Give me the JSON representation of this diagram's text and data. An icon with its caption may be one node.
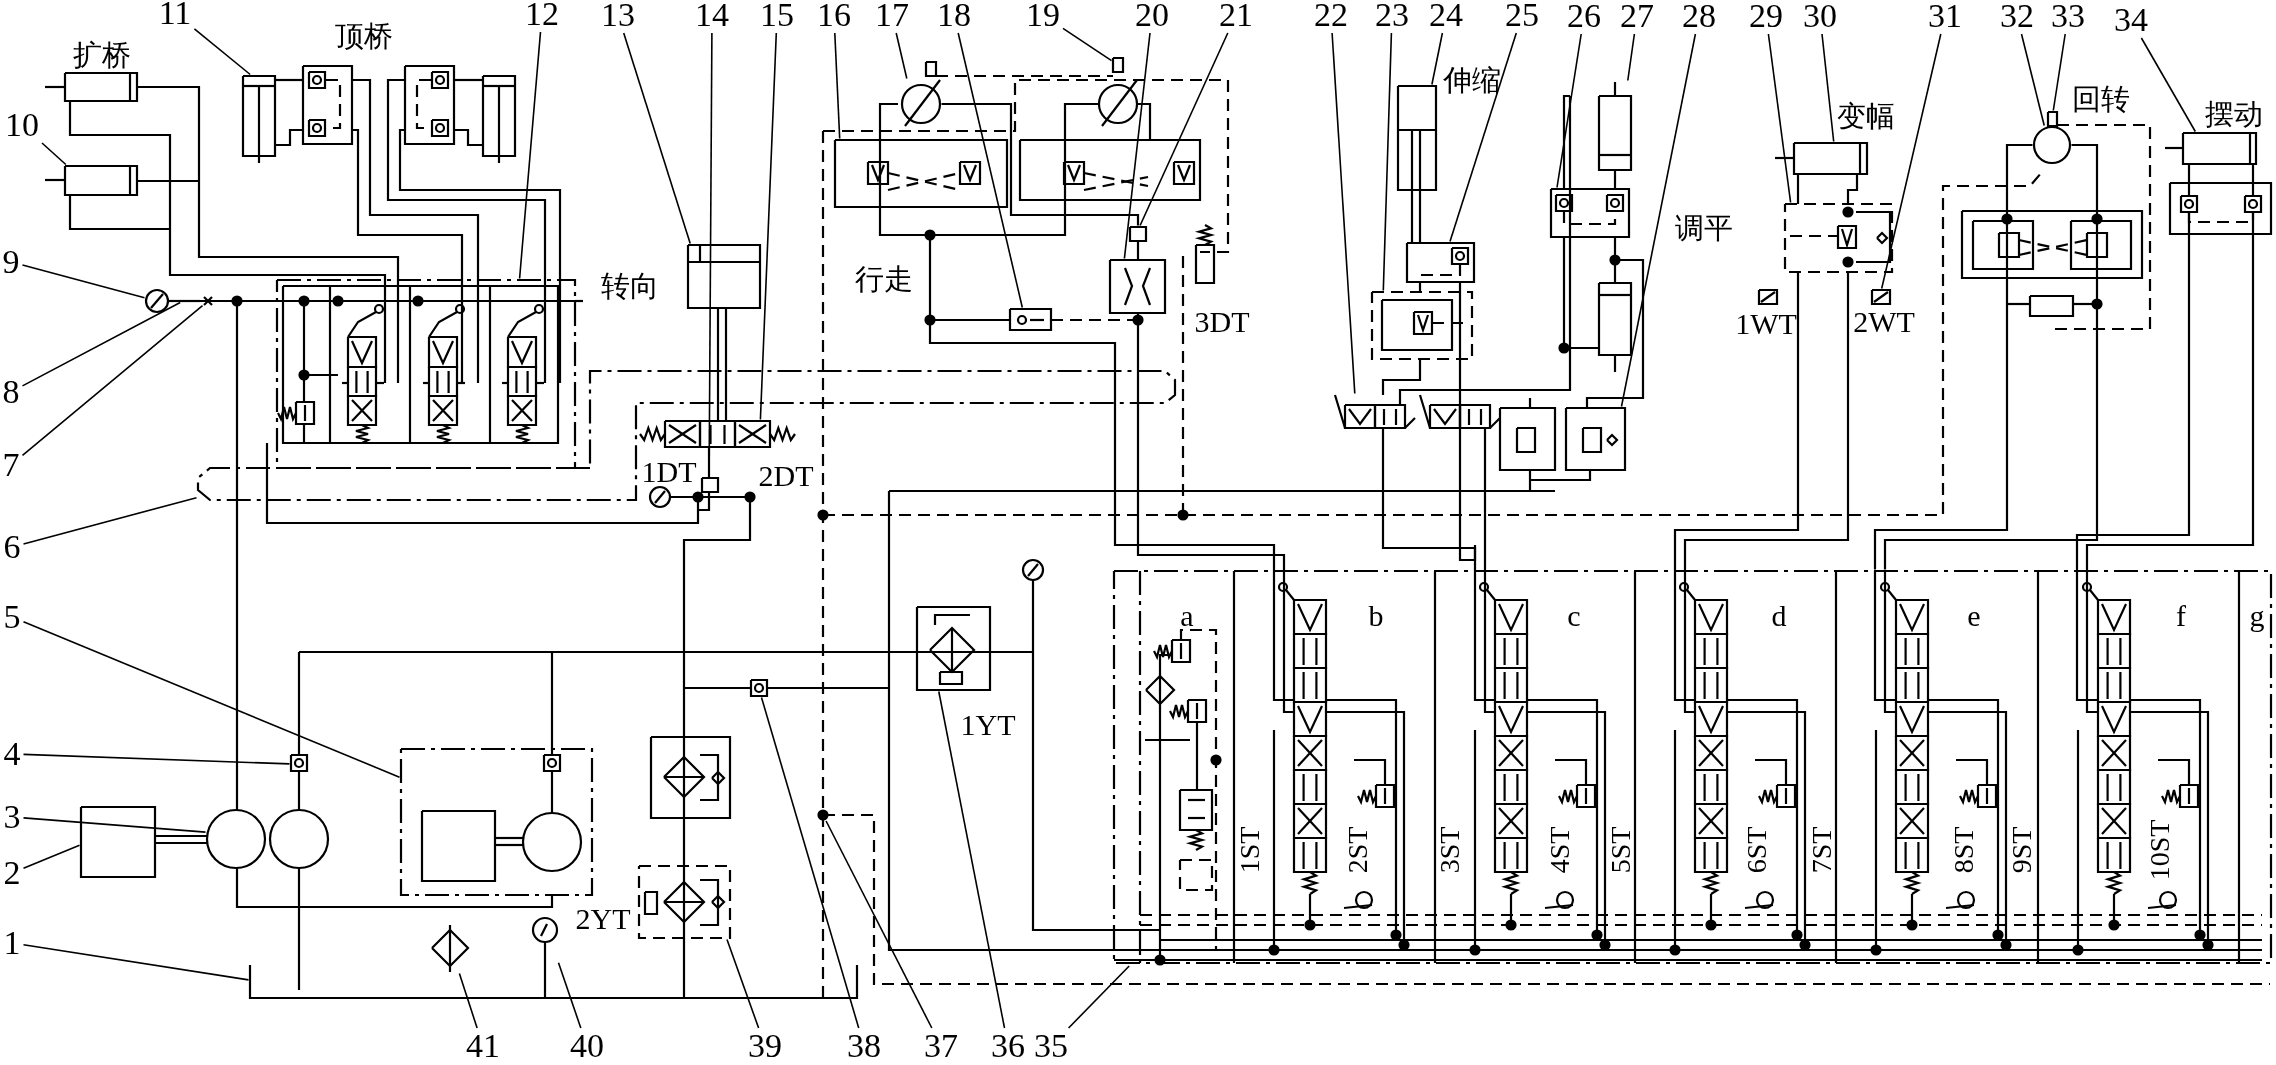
{
  "diagram": {
    "nodes": [
      {
        "text": [
          "1"
        ]
      },
      {
        "text": [
          "2"
        ]
      },
      {
        "text": [
          "3"
        ]
      },
      {
        "text": [
          "4"
        ]
      },
      {
        "text": [
          "5"
        ]
      },
      {
        "text": [
          "6"
        ]
      },
      {
        "text": [
          "7"
        ]
      },
      {
        "text": [
          "8"
        ]
      },
      {
        "text": [
          "9"
        ]
      },
      {
        "text": [
          "10"
        ]
      },
      {
        "text": [
          "11"
        ]
      },
      {
        "text": [
          "12"
        ]
      },
      {
        "text": [
          "13"
        ]
      },
      {
        "text": [
          "14"
        ]
      },
      {
        "text": [
          "15"
        ]
      },
      {
        "text": [
          "16"
        ]
      },
      {
        "text": [
          "17"
        ]
      },
      {
        "text": [
          "18"
        ]
      },
      {
        "text": [
          "19"
        ]
      },
      {
        "text": [
          "20"
        ]
      },
      {
        "text": [
          "21"
        ]
      },
      {
        "text": [
          "22"
        ]
      },
      {
        "text": [
          "23"
        ]
      },
      {
        "text": [
          "24"
        ]
      },
      {
        "text": [
          "25"
        ]
      },
      {
        "text": [
          "26"
        ]
      },
      {
        "text": [
          "27"
        ]
      },
      {
        "text": [
          "28"
        ]
      },
      {
        "text": [
          "29"
        ]
      },
      {
        "text": [
          "30"
        ]
      },
      {
        "text": [
          "31"
        ]
      },
      {
        "text": [
          "32"
        ]
      },
      {
        "text": [
          "33"
        ]
      },
      {
        "text": [
          "34"
        ]
      },
      {
        "text": [
          "35"
        ]
      },
      {
        "text": [
          "36"
        ]
      },
      {
        "text": [
          "37"
        ]
      },
      {
        "text": [
          "38"
        ]
      },
      {
        "text": [
          "39"
        ]
      },
      {
        "text": [
          "40"
        ]
      },
      {
        "text": [
          "41"
        ]
      },
      {
        "text": [],
        "shape": "picture"
      },
      {
        "text": [],
        "shape": "picture"
      },
      {
        "text": [],
        "shape": "circle"
      },
      {
        "text": [],
        "shape": "picture"
      },
      {
        "text": [],
        "shape": "picture"
      },
      {
        "text": [],
        "shape": "picture"
      },
      {
        "text": [],
        "shape": "picture"
      },
      {
        "text": [],
        "shape": "picture"
      },
      {
        "text": [],
        "shape": "picture"
      },
      {
        "text": [],
        "shape": "picture"
      },
      {
        "text": [],
        "shape": "picture"
      },
      {
        "text": [],
        "shape": "picture"
      },
      {
        "text": [],
        "shape": "picture"
      },
      {
        "text": [],
        "shape": "box"
      },
      {
        "text": [],
        "shape": "picture"
      },
      {
        "text": [],
        "shape": "picture"
      },
      {
        "text": [],
        "shape": "circle"
      },
      {
        "text": [],
        "shape": "picture"
      },
      {
        "text": [],
        "shape": "box"
      },
      {
        "text": [],
        "shape": "picture"
      },
      {
        "text": [],
        "shape": "box"
      },
      {
        "text": [],
        "shape": "picture"
      },
      {
        "text": [],
        "shape": "picture"
      },
      {
        "text": [],
        "shape": "picture"
      },
      {
        "text": [],
        "shape": "picture"
      },
      {
        "text": [],
        "shape": "picture"
      },
      {
        "text": [],
        "shape": "picture"
      },
      {
        "text": [],
        "shape": "picture"
      },
      {
        "text": [],
        "shape": "picture"
      },
      {
        "text": [],
        "shape": "picture"
      },
      {
        "text": [],
        "shape": "picture"
      },
      {
        "text": [],
        "shape": "circle"
      },
      {
        "text": [],
        "shape": "box"
      },
      {
        "text": [],
        "shape": "picture"
      },
      {
        "text": [],
        "shape": "picture"
      },
      {
        "text": [],
        "shape": "picture"
      },
      {
        "text": [],
        "shape": "circle"
      },
      {
        "text": [],
        "shape": "picture"
      },
      {
        "text": [],
        "shape": "picture"
      },
      {
        "text": [],
        "shape": "picture"
      },
      {
        "text": [],
        "shape": "picture"
      }
    ],
    "edges": [
      {
        "from": 0,
        "to": 41,
        "arrow": "none"
      },
      {
        "from": 1,
        "to": 42,
        "arrow": "none"
      },
      {
        "from": 2,
        "to": 43,
        "arrow": "none"
      },
      {
        "from": 3,
        "to": 44,
        "arrow": "none"
      },
      {
        "from": 4,
        "to": 45,
        "arrow": "none"
      },
      {
        "from": 5,
        "to": 46,
        "arrow": "none"
      },
      {
        "from": 6,
        "to": 47,
        "arrow": "none"
      },
      {
        "from": 7,
        "to": 48,
        "arrow": "none"
      },
      {
        "from": 8,
        "to": 49,
        "arrow": "none"
      },
      {
        "from": 9,
        "to": 50,
        "arrow": "none"
      },
      {
        "from": 10,
        "to": 51,
        "arrow": "none"
      },
      {
        "from": 11,
        "to": 52,
        "arrow": "none"
      },
      {
        "from": 12,
        "to": 53,
        "arrow": "none"
      },
      {
        "from": 13,
        "to": 54,
        "arrow": "none"
      },
      {
        "from": 14,
        "to": 55,
        "arrow": "none"
      },
      {
        "from": 15,
        "to": 56,
        "arrow": "none"
      },
      {
        "from": 16,
        "to": 57,
        "arrow": "none"
      },
      {
        "from": 17,
        "to": 58,
        "arrow": "none"
      },
      {
        "from": 18,
        "to": 59,
        "arrow": "none"
      },
      {
        "from": 19,
        "to": 60,
        "arrow": "none"
      },
      {
        "from": 20,
        "to": 61,
        "arrow": "none"
      },
      {
        "from": 21,
        "to": 62,
        "arrow": "none"
      },
      {
        "from": 22,
        "to": 63,
        "arrow": "none"
      },
      {
        "from": 23,
        "to": 64,
        "arrow": "none"
      },
      {
        "from": 24,
        "to": 65,
        "arrow": "none"
      },
      {
        "from": 25,
        "to": 66,
        "arrow": "none"
      },
      {
        "from": 26,
        "to": 67,
        "arrow": "none"
      },
      {
        "from": 27,
        "to": 68,
        "arrow": "none"
      },
      {
        "from": 28,
        "to": 69,
        "arrow": "none"
      },
      {
        "from": 29,
        "to": 70,
        "arrow": "none"
      },
      {
        "from": 30,
        "to": 71,
        "arrow": "none"
      },
      {
        "from": 31,
        "to": 72,
        "arrow": "none"
      },
      {
        "from": 32,
        "to": 73,
        "arrow": "none"
      },
      {
        "from": 33,
        "to": 74,
        "arrow": "none"
      },
      {
        "from": 34,
        "to": 75,
        "arrow": "none"
      },
      {
        "from": 35,
        "to": 76,
        "arrow": "none"
      },
      {
        "from": 36,
        "to": 77,
        "arrow": "none"
      },
      {
        "from": 37,
        "to": 78,
        "arrow": "none"
      },
      {
        "from": 38,
        "to": 79,
        "arrow": "none"
      },
      {
        "from": 39,
        "to": 80,
        "arrow": "none"
      },
      {
        "from": 40,
        "to": 81,
        "arrow": "none"
      },
      {
        "from": 72,
        "to": 75,
        "arrow": "none"
      },
      {
        "from": 72,
        "to": 75,
        "arrow": "none"
      },
      {
        "from": 57,
        "to": 61,
        "arrow": "none"
      }
    ],
    "labels": [
      "扩桥",
      "顶桥",
      "伸缩",
      "变幅",
      "回转",
      "摆动",
      "调平",
      "转向",
      "行走",
      "3DT",
      "1WT",
      "2WT",
      "1DT",
      "2DT",
      "a",
      "b",
      "c",
      "d",
      "e",
      "f",
      "g",
      "1YT",
      "1ST",
      "2ST",
      "3ST",
      "4ST",
      "5ST",
      "6ST",
      "7ST",
      "8ST",
      "9ST",
      "10ST",
      "2YT"
    ]
  }
}
